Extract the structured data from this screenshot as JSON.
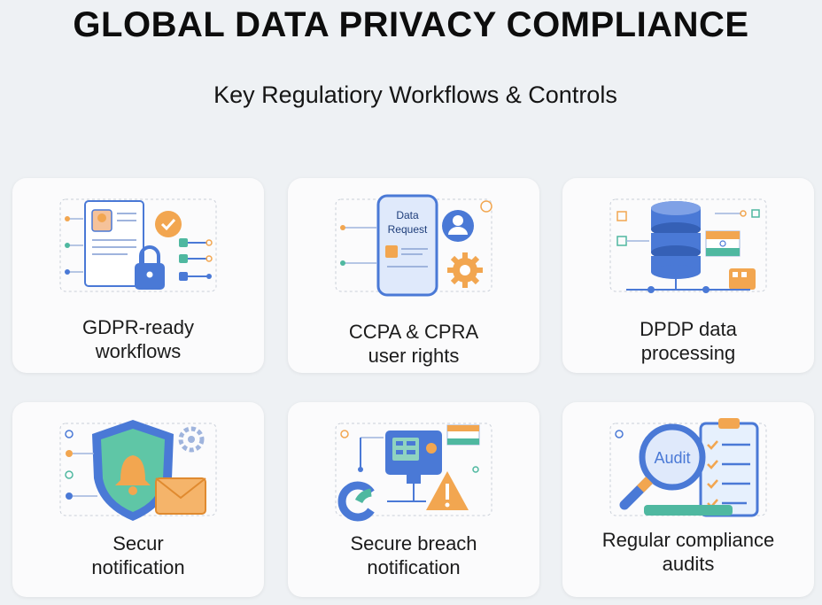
{
  "header": {
    "title": "GLOBAL DATA PRIVACY COMPLIANCE",
    "subtitle": "Key Regulatiory Workflows & Controls"
  },
  "cards": [
    {
      "label_line1": "GDPR-ready",
      "label_line2": "workflows",
      "icon": "gdpr-document-lock-icon"
    },
    {
      "label_line1": "CCPA & CPRA",
      "label_line2": "user rights",
      "icon": "data-request-phone-icon",
      "phone_text_1": "Data",
      "phone_text_2": "Request"
    },
    {
      "label_line1": "DPDP data",
      "label_line2": "processing",
      "icon": "database-flag-icon"
    },
    {
      "label_line1": "Secur",
      "label_line2": "notification",
      "icon": "shield-bell-icon"
    },
    {
      "label_line1": "Secure breach",
      "label_line2": "notification",
      "icon": "breach-alert-icon"
    },
    {
      "label_line1": "Regular compliance",
      "label_line2": "audits",
      "icon": "audit-magnifier-icon",
      "audit_text": "Audit"
    }
  ],
  "colors": {
    "background": "#eef1f4",
    "card": "#fbfbfc",
    "blue": "#4a79d6",
    "orange": "#f2a650",
    "teal": "#4fb8a0"
  }
}
